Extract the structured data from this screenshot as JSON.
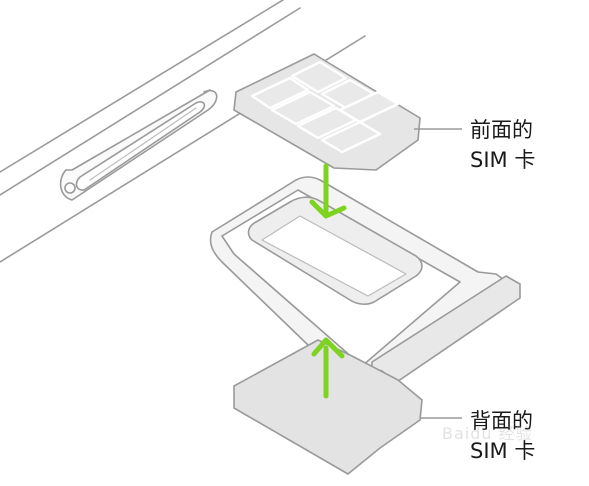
{
  "labels": {
    "front_line1": "前面的",
    "front_line2": "SIM 卡",
    "back_line1": "背面的",
    "back_line2": "SIM 卡"
  },
  "watermark": "Baidu 经验",
  "colors": {
    "outline": "#9a9a9a",
    "card_fill": "#e6e6e6",
    "tray_fill": "#f4f4f4",
    "arrow": "#7ed321",
    "text": "#1a1a1a"
  },
  "icons": {
    "arrow_down": "arrow-down-icon",
    "arrow_up": "arrow-up-icon"
  }
}
